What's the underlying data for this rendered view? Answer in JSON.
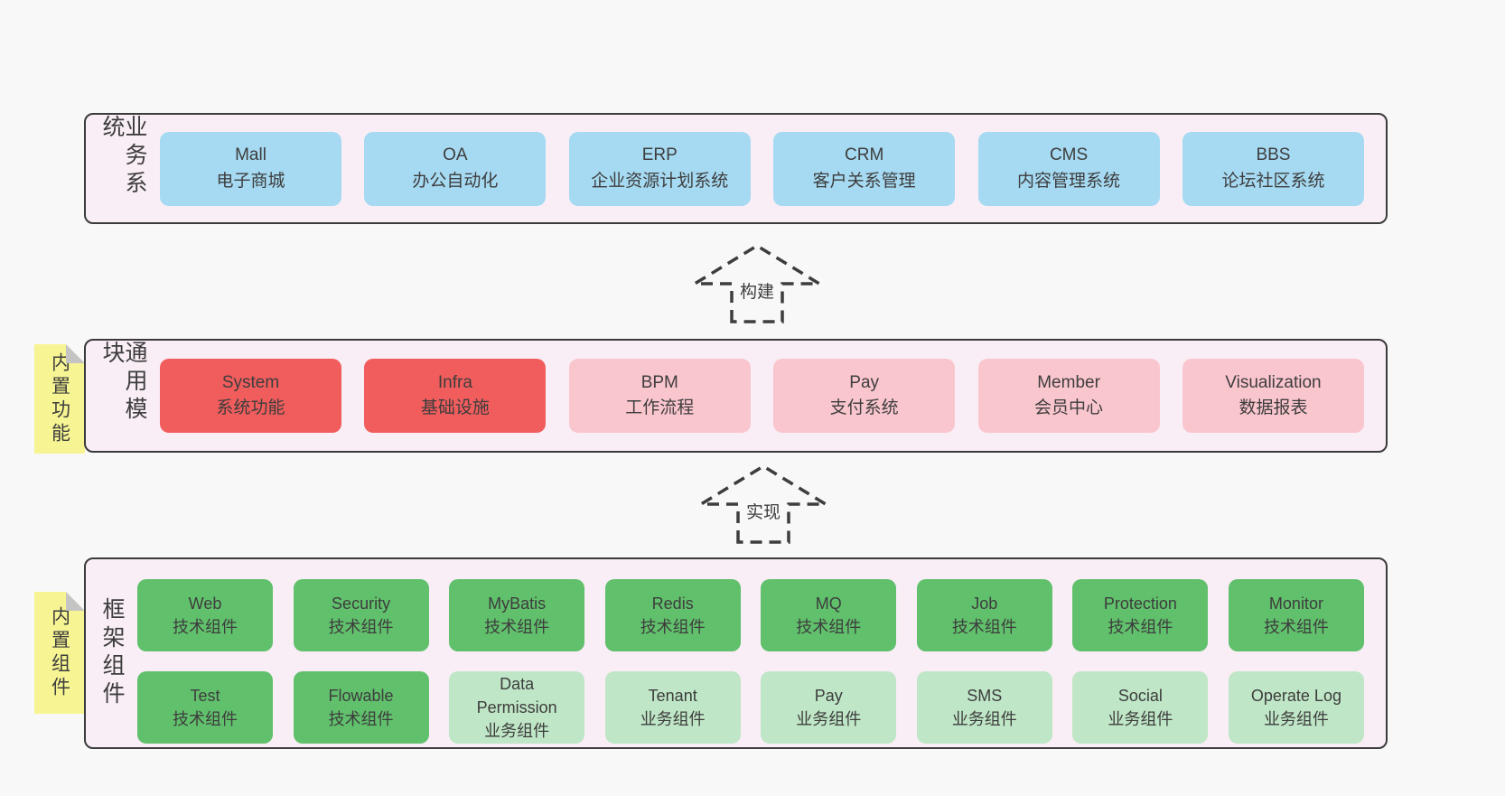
{
  "arrows": {
    "build": "构建",
    "implement": "实现"
  },
  "business": {
    "label": "业务系统",
    "boxes": [
      {
        "title": "Mall",
        "subtitle": "电子商城",
        "variant": "blue"
      },
      {
        "title": "OA",
        "subtitle": "办公自动化",
        "variant": "blue"
      },
      {
        "title": "ERP",
        "subtitle": "企业资源计划系统",
        "variant": "blue"
      },
      {
        "title": "CRM",
        "subtitle": "客户关系管理",
        "variant": "blue"
      },
      {
        "title": "CMS",
        "subtitle": "内容管理系统",
        "variant": "blue"
      },
      {
        "title": "BBS",
        "subtitle": "论坛社区系统",
        "variant": "blue"
      }
    ]
  },
  "modules": {
    "label": "通用模块",
    "sticky": "内置功能",
    "boxes": [
      {
        "title": "System",
        "subtitle": "系统功能",
        "variant": "red"
      },
      {
        "title": "Infra",
        "subtitle": "基础设施",
        "variant": "red"
      },
      {
        "title": "BPM",
        "subtitle": "工作流程",
        "variant": "pink"
      },
      {
        "title": "Pay",
        "subtitle": "支付系统",
        "variant": "pink"
      },
      {
        "title": "Member",
        "subtitle": "会员中心",
        "variant": "pink"
      },
      {
        "title": "Visualization",
        "subtitle": "数据报表",
        "variant": "pink"
      }
    ]
  },
  "components": {
    "label": "框架组件",
    "sticky": "内置组件",
    "row1": [
      {
        "title": "Web",
        "subtitle": "技术组件",
        "variant": "green"
      },
      {
        "title": "Security",
        "subtitle": "技术组件",
        "variant": "green"
      },
      {
        "title": "MyBatis",
        "subtitle": "技术组件",
        "variant": "green"
      },
      {
        "title": "Redis",
        "subtitle": "技术组件",
        "variant": "green"
      },
      {
        "title": "MQ",
        "subtitle": "技术组件",
        "variant": "green"
      },
      {
        "title": "Job",
        "subtitle": "技术组件",
        "variant": "green"
      },
      {
        "title": "Protection",
        "subtitle": "技术组件",
        "variant": "green"
      },
      {
        "title": "Monitor",
        "subtitle": "技术组件",
        "variant": "green"
      }
    ],
    "row2": [
      {
        "title": "Test",
        "subtitle": "技术组件",
        "variant": "green"
      },
      {
        "title": "Flowable",
        "subtitle": "技术组件",
        "variant": "green"
      },
      {
        "title": "Data Permission",
        "subtitle": "业务组件",
        "variant": "lightgreen"
      },
      {
        "title": "Tenant",
        "subtitle": "业务组件",
        "variant": "lightgreen"
      },
      {
        "title": "Pay",
        "subtitle": "业务组件",
        "variant": "lightgreen"
      },
      {
        "title": "SMS",
        "subtitle": "业务组件",
        "variant": "lightgreen"
      },
      {
        "title": "Social",
        "subtitle": "业务组件",
        "variant": "lightgreen"
      },
      {
        "title": "Operate Log",
        "subtitle": "业务组件",
        "variant": "lightgreen"
      }
    ]
  },
  "colors": {
    "blue": "#a6daf2",
    "red": "#f15d5d",
    "pink": "#fac6ce",
    "green": "#61c06c",
    "lightgreen": "#bfe6c6",
    "sticky_yellow": "#f7f593",
    "container_bg": "#f9eef6",
    "border": "#3b3b3b"
  }
}
